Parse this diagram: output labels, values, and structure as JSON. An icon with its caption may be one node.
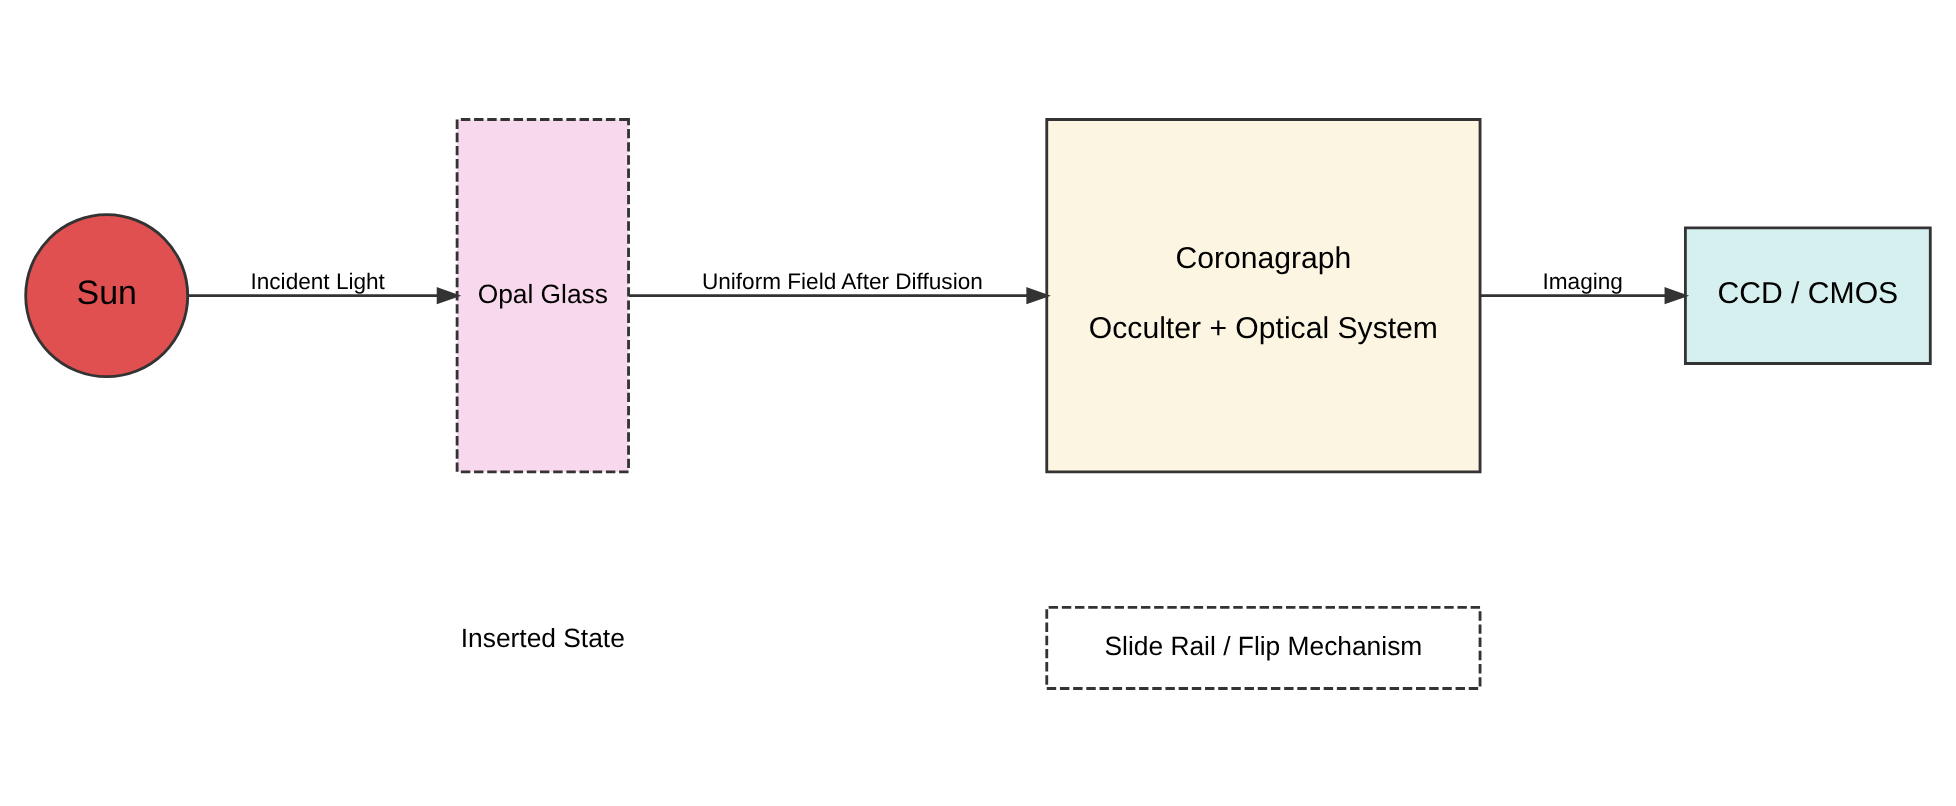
{
  "diagram": {
    "nodes": [
      {
        "text": [
          "Sun"
        ]
      },
      {
        "text": [
          "Opal Glass"
        ]
      },
      {
        "text": [
          "Coronagraph",
          "Occulter + Optical System"
        ]
      },
      {
        "text": [
          "CCD / CMOS"
        ]
      },
      {
        "text": [
          "Slide Rail / Flip Mechanism"
        ]
      }
    ],
    "edges": [
      {
        "from": 0,
        "to": 1,
        "arrow": "to",
        "label": "Incident Light"
      },
      {
        "from": 1,
        "to": 2,
        "arrow": "to",
        "label": "Uniform Field After Diffusion"
      },
      {
        "from": 2,
        "to": 3,
        "arrow": "to",
        "label": "Imaging"
      }
    ],
    "labels": [
      "Inserted State"
    ]
  }
}
